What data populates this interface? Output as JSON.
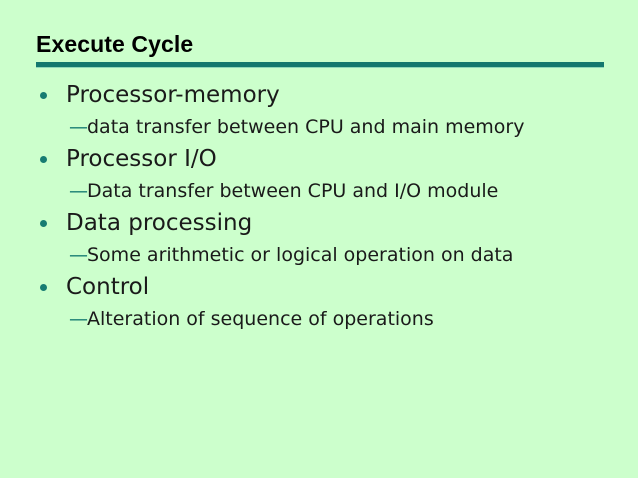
{
  "slide": {
    "title": "Execute Cycle",
    "colors": {
      "background": "#ccffcc",
      "accent": "#14786e",
      "bullet": "#177c72",
      "text": "#1a1a1a",
      "title_text": "#000000"
    },
    "dash_marker": "—",
    "groups": [
      {
        "heading": "Processor-memory",
        "detail": "data transfer between CPU and main memory"
      },
      {
        "heading": "Processor I/O",
        "detail": "Data transfer between CPU and I/O module"
      },
      {
        "heading": "Data processing",
        "detail": "Some arithmetic or logical operation on data"
      },
      {
        "heading": "Control",
        "detail": "Alteration of sequence of operations"
      }
    ]
  }
}
